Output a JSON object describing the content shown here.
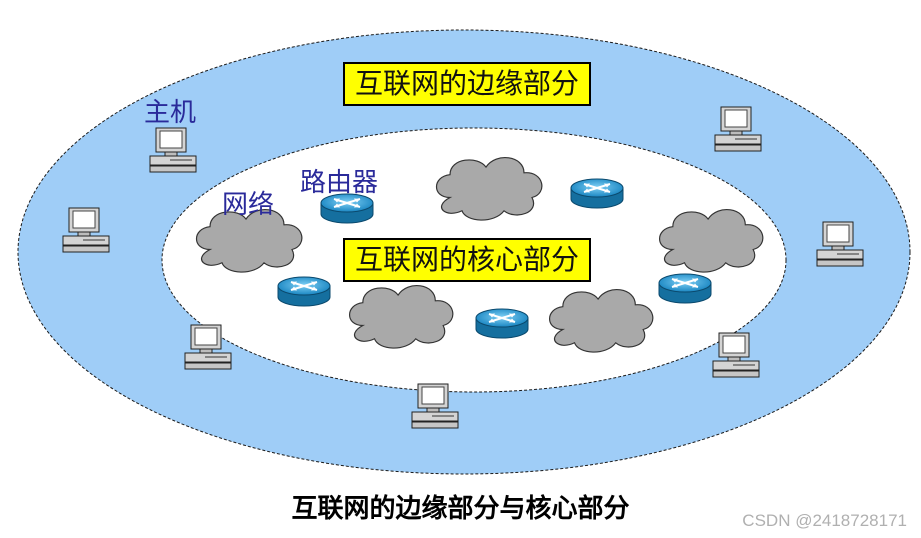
{
  "labels": {
    "edge": "互联网的边缘部分",
    "core": "互联网的核心部分",
    "host": "主机",
    "network": "网络",
    "router": "路由器"
  },
  "caption": "互联网的边缘部分与核心部分",
  "watermark": "CSDN @2418728171",
  "colors": {
    "edge_fill": "#9fcdf7",
    "core_fill": "#ffffff",
    "label_bg": "#ffff00",
    "tag_text": "#2a2a9a",
    "router": "#1a86c2"
  }
}
